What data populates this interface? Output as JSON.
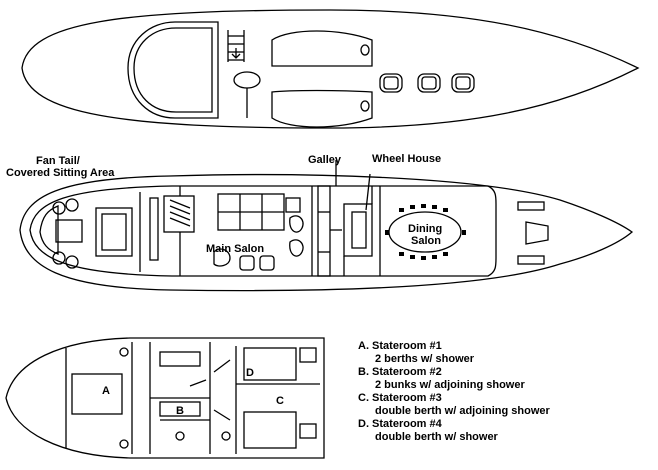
{
  "labels": {
    "fan_tail": "Fan Tail/",
    "covered_sitting": "Covered Sitting Area",
    "galley": "Galley",
    "wheel_house": "Wheel House",
    "main_salon": "Main Salon",
    "dining_1": "Dining",
    "dining_2": "Salon"
  },
  "rooms": {
    "a": "A",
    "b": "B",
    "c": "C",
    "d": "D"
  },
  "legend": [
    {
      "title": "A. Stateroom #1",
      "desc": "2 berths w/ shower"
    },
    {
      "title": "B. Stateroom #2",
      "desc": "2 bunks w/ adjoining shower"
    },
    {
      "title": "C. Stateroom #3",
      "desc": "double berth w/ adjoining shower"
    },
    {
      "title": "D. Stateroom #4",
      "desc": "double berth w/ shower"
    }
  ]
}
